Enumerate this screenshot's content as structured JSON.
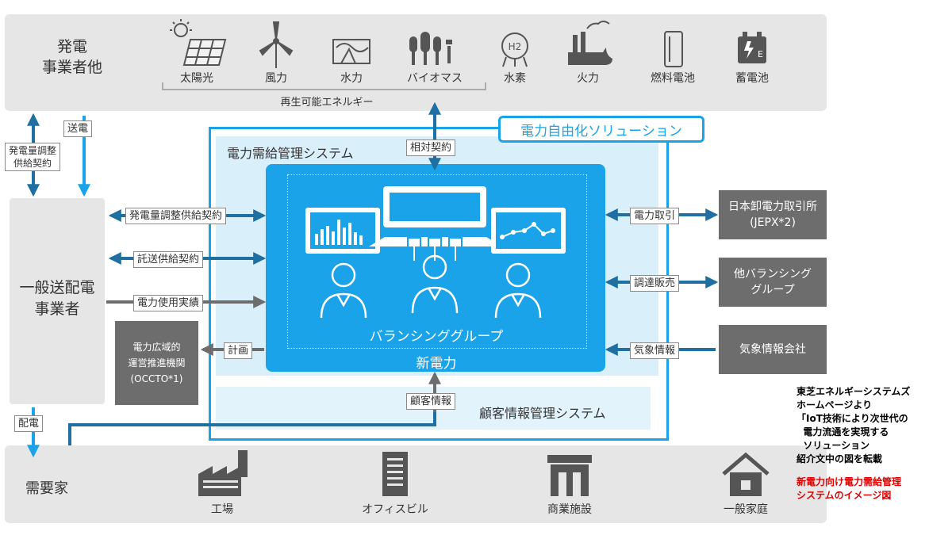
{
  "generators": {
    "title_line1": "発電",
    "title_line2": "事業者他",
    "items": [
      {
        "label": "太陽光",
        "icon": "solar-panel-icon"
      },
      {
        "label": "風力",
        "icon": "wind-turbine-icon"
      },
      {
        "label": "水力",
        "icon": "hydro-dam-icon"
      },
      {
        "label": "バイオマス",
        "icon": "biomass-icon"
      },
      {
        "label": "水素",
        "icon": "hydrogen-tank-icon"
      },
      {
        "label": "火力",
        "icon": "thermal-plant-icon"
      },
      {
        "label": "燃料電池",
        "icon": "fuel-cell-icon"
      },
      {
        "label": "蓄電池",
        "icon": "battery-icon"
      }
    ],
    "hydrogen_badge": "H2",
    "battery_badge": "E",
    "renewable_label": "再生可能エネルギー"
  },
  "solution_label": "電力自由化ソリューション",
  "supply_demand_system": "電力需給管理システム",
  "balancing_group": "バランシンググループ",
  "new_power": "新電力",
  "customer_system": "顧客情報管理システム",
  "arrows": {
    "transmission": "送電",
    "gen_contract_line1": "発電量調整",
    "gen_contract_line2": "供給契約",
    "relative_contract": "相対契約",
    "gen_adjust_contract": "発電量調整供給契約",
    "consignment_contract": "託送供給契約",
    "usage_results": "電力使用実績",
    "plan": "計画",
    "customer_info": "顧客情報",
    "distribution": "配電",
    "power_trading": "電力取引",
    "procurement_sales": "調達販売",
    "weather_info": "気象情報"
  },
  "tso": {
    "line1": "一般送配電",
    "line2": "事業者"
  },
  "occto": {
    "line1": "電力広域的",
    "line2": "運営推進機関",
    "line3": "(OCCTO*1)"
  },
  "right_boxes": {
    "jepx_line1": "日本卸電力取引所",
    "jepx_line2": "(JEPX*2)",
    "other_bg_line1": "他バランシング",
    "other_bg_line2": "グループ",
    "weather_company": "気象情報会社"
  },
  "consumers": {
    "title": "需要家",
    "items": [
      {
        "label": "工場",
        "icon": "factory-icon"
      },
      {
        "label": "オフィスビル",
        "icon": "office-building-icon"
      },
      {
        "label": "商業施設",
        "icon": "commercial-facility-icon"
      },
      {
        "label": "一般家庭",
        "icon": "house-icon"
      }
    ]
  },
  "note": {
    "black_lines": [
      "東芝エネルギーシステムズ",
      "ホームページより",
      "「IoT技術により次世代の",
      "  電力流通を実現する",
      "  ソリューション",
      "紹介文中の図を転載"
    ],
    "red_lines": [
      "新電力向け電力需給管理",
      "システムのイメージ図"
    ]
  },
  "colors": {
    "accent_blue": "#1aa3e8",
    "light_blue": "#c9e9f8",
    "panel_blue": "#e2f3fc",
    "arrow_dark": "#1f6fa3",
    "gray_box": "#6d6d6d",
    "band_gray": "#e6e6e6",
    "note_red": "#e00000"
  }
}
